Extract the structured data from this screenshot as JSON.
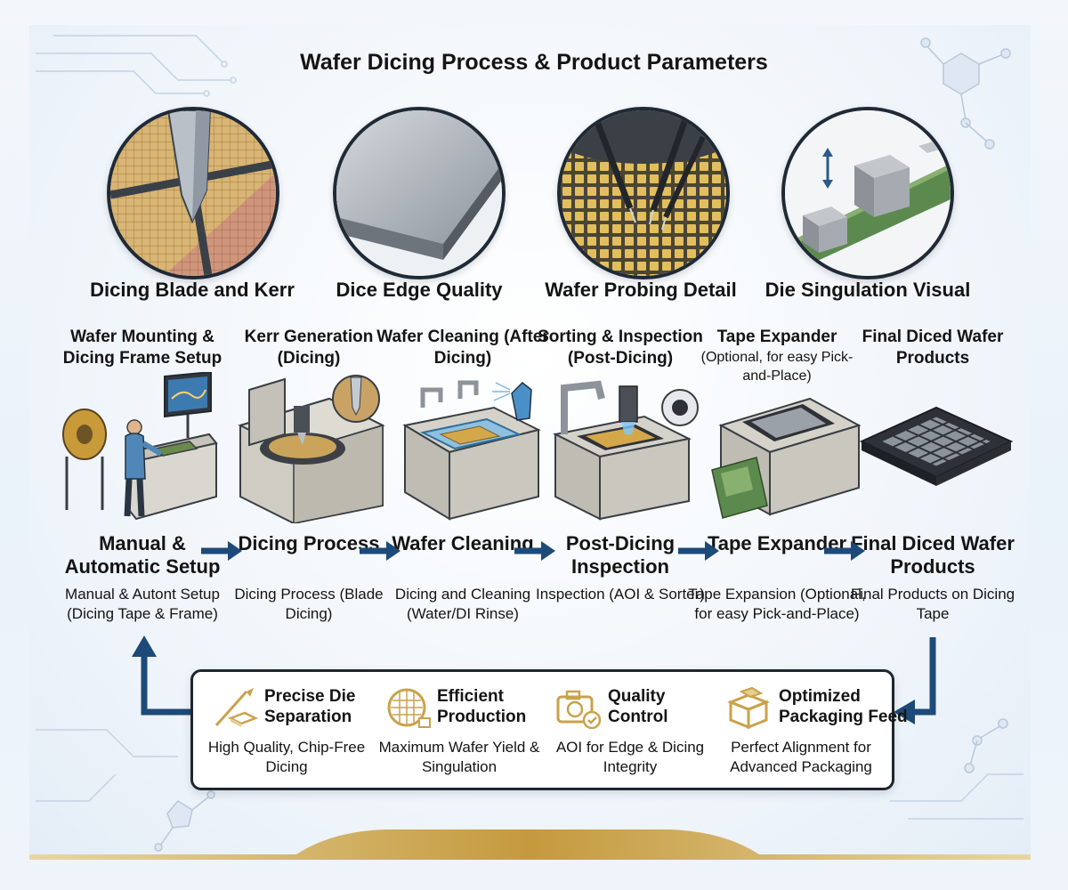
{
  "title": "Wafer Dicing Process & Product Parameters",
  "detail_views": [
    {
      "label": "Dicing Blade and Kerr"
    },
    {
      "label": "Dice Edge Quality"
    },
    {
      "label": "Wafer Probing Detail"
    },
    {
      "label": "Die Singulation Visual"
    }
  ],
  "steps": [
    {
      "title": "Wafer Mounting & Dicing Frame Setup",
      "subtitle": "",
      "label": "Manual & Automatic Setup",
      "desc": "Manual & Autont Setup (Dicing Tape & Frame)"
    },
    {
      "title": "Kerr Generation (Dicing)",
      "subtitle": "",
      "label": "Dicing Process",
      "desc": "Dicing Process (Blade Dicing)"
    },
    {
      "title": "Wafer Cleaning (After Dicing)",
      "subtitle": "",
      "label": "Wafer Cleaning",
      "desc": "Dicing and Cleaning (Water/DI Rinse)"
    },
    {
      "title": "Sorting & Inspection (Post-Dicing)",
      "subtitle": "",
      "label": "Post-Dicing Inspection",
      "desc": "Inspection (AOI & Sorter)"
    },
    {
      "title": "Tape Expander",
      "subtitle": "(Optional, for easy Pick-and-Place)",
      "label": "Tape Expander",
      "desc": "Tape Expansion (Optional, for easy Pick-and-Place)"
    },
    {
      "title": "Final Diced Wafer Products",
      "subtitle": "",
      "label": "Final Diced Wafer Products",
      "desc": "Final Products on Dicing Tape"
    }
  ],
  "benefits": [
    {
      "title": "Precise Die Separation",
      "desc": "High Quality, Chip-Free Dicing",
      "icon": "blade-icon"
    },
    {
      "title": "Efficient Production",
      "desc": "Maximum Wafer Yield & Singulation",
      "icon": "wafer-icon"
    },
    {
      "title": "Quality Control",
      "desc": "AOI for Edge & Dicing Integrity",
      "icon": "camera-check-icon"
    },
    {
      "title": "Optimized Packaging Feed",
      "desc": "Perfect Alignment for Advanced Packaging",
      "icon": "package-icon"
    }
  ],
  "colors": {
    "accent": "#1d4a78",
    "gold": "#c9a24a",
    "wafer": "#d4a84a",
    "machine": "#c8c6bd",
    "outline": "#1e2630"
  }
}
